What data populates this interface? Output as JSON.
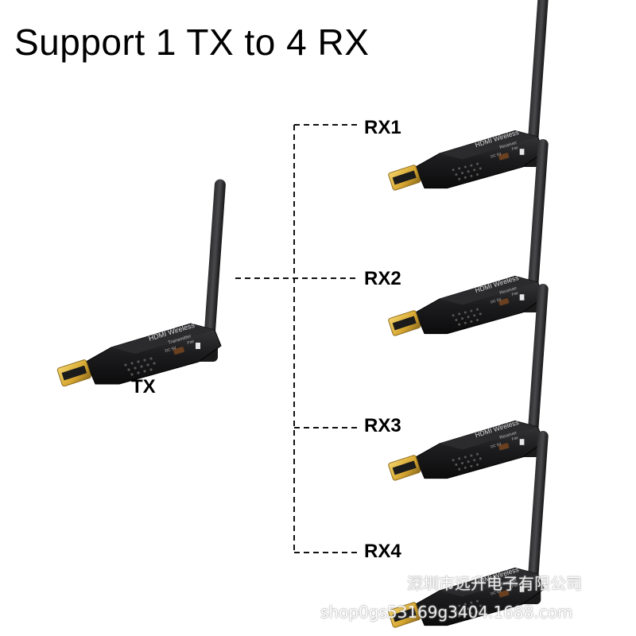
{
  "title": "Support 1 TX to 4 RX",
  "tx": {
    "label": "TX",
    "device_text": [
      "HDMI Wireless",
      "Transmitter",
      "DC 5V",
      "Pair"
    ]
  },
  "receivers": [
    {
      "label": "RX1"
    },
    {
      "label": "RX2"
    },
    {
      "label": "RX3"
    },
    {
      "label": "RX4"
    }
  ],
  "rx_device_text": [
    "HDMI Wireless",
    "Receiver",
    "DC 5V",
    "Pair"
  ],
  "watermark": {
    "line1": "深圳市远升电子有限公司",
    "line2": "shop0gs53169g3404.1688.com"
  },
  "colors": {
    "device_body": "#1c1c1e",
    "connector_gold": "#d6a630",
    "connector_outline": "#a07820",
    "dash_line": "#111111"
  }
}
